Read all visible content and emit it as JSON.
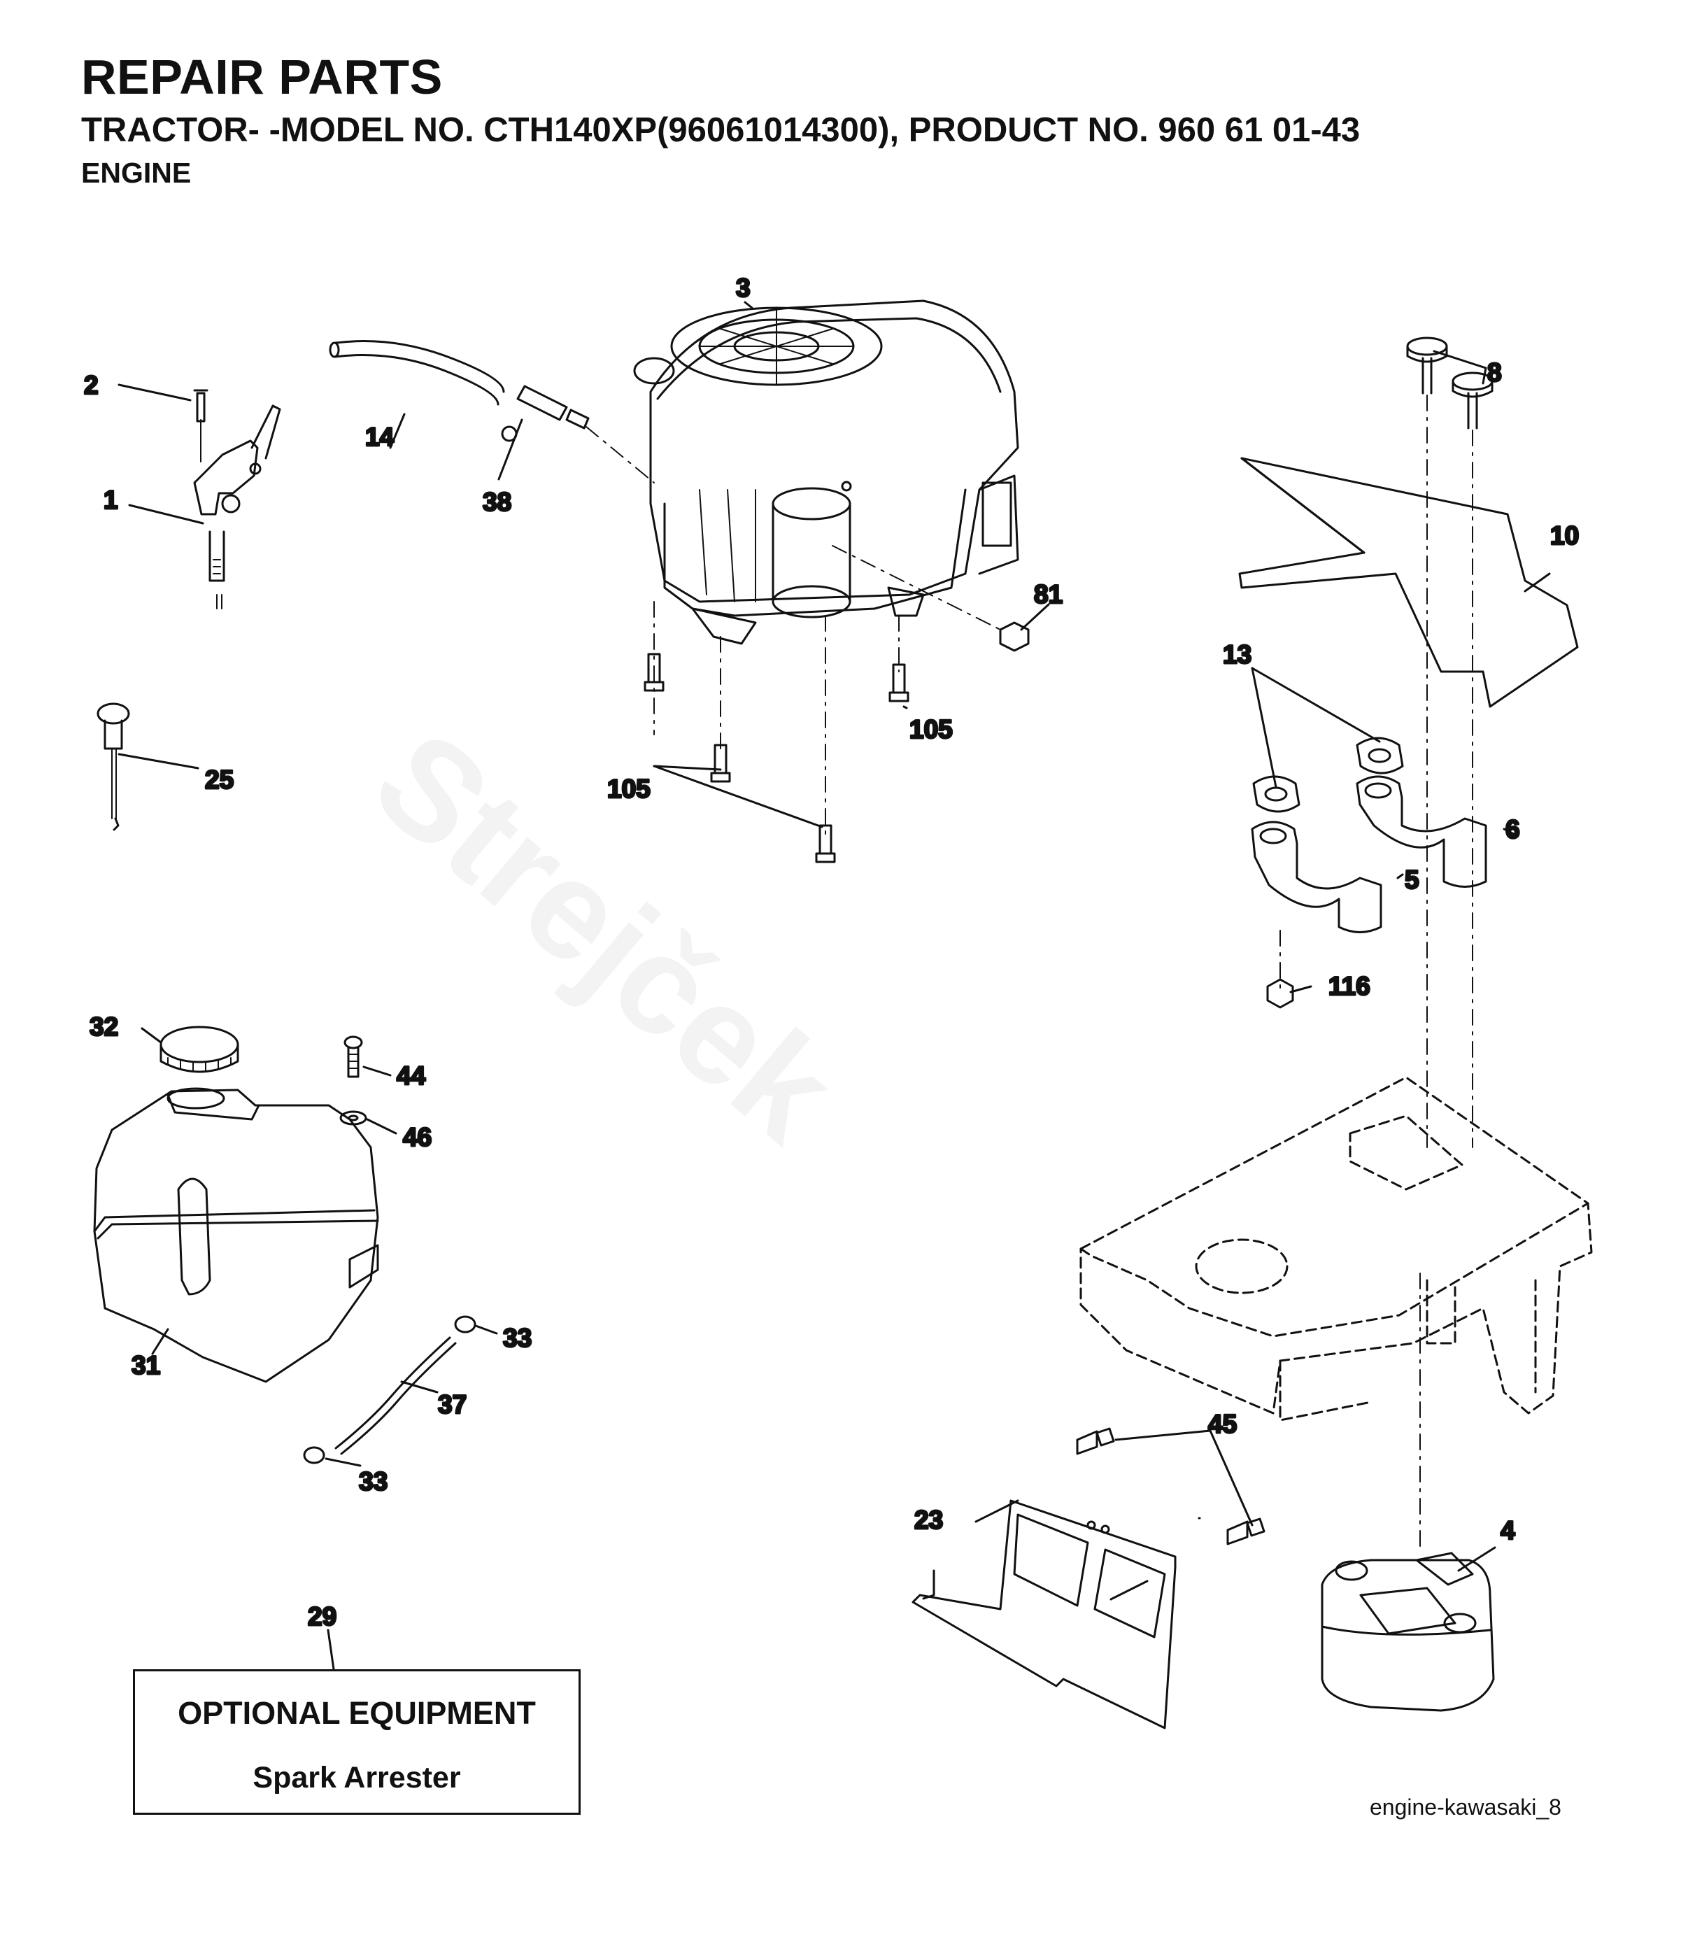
{
  "header": {
    "title": "REPAIR PARTS",
    "subtitle": "TRACTOR- -MODEL NO. CTH140XP(96061014300), PRODUCT NO. 960 61 01-43",
    "section": "ENGINE"
  },
  "callouts": {
    "c1": "1",
    "c2": "2",
    "c3": "3",
    "c4": "4",
    "c5": "5",
    "c6": "6",
    "c8": "8",
    "c10": "10",
    "c13": "13",
    "c14": "14",
    "c23": "23",
    "c25": "25",
    "c29": "29",
    "c31": "31",
    "c32": "32",
    "c33a": "33",
    "c33b": "33",
    "c37": "37",
    "c38": "38",
    "c44": "44",
    "c45": "45",
    "c46": "46",
    "c81": "81",
    "c105a": "105",
    "c105b": "105",
    "c116": "116"
  },
  "optional_box": {
    "line1": "OPTIONAL EQUIPMENT",
    "line2": "Spark Arrester"
  },
  "drawing_ref": "engine-kawasaki_8",
  "watermark": "Strejček"
}
